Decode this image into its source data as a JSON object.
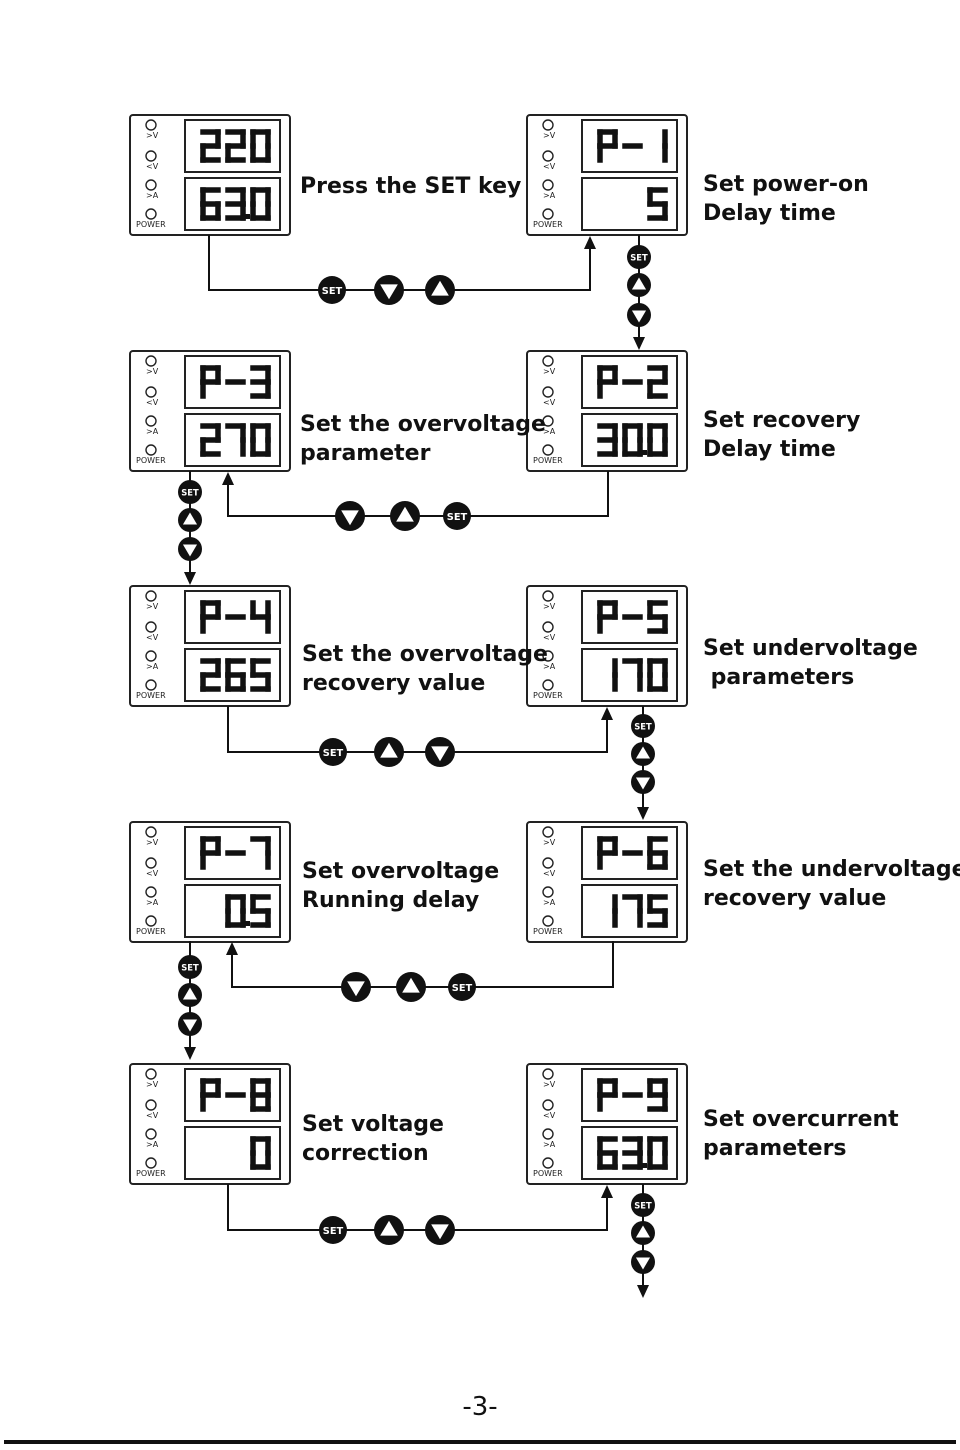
{
  "indicator_labels": [
    ">V",
    "<V",
    ">A",
    "POWER"
  ],
  "key_labels": {
    "set": "SET"
  },
  "steps": [
    {
      "id": "s0",
      "top": "220",
      "bottom": "63.0",
      "desc": [
        "Press the SET key"
      ]
    },
    {
      "id": "s1",
      "top": "P-1",
      "bottom": "5",
      "desc": [
        "Set power-on",
        "Delay time"
      ]
    },
    {
      "id": "s2",
      "top": "P-2",
      "bottom": "30.0",
      "desc": [
        "Set recovery",
        "Delay time"
      ]
    },
    {
      "id": "s3",
      "top": "P-3",
      "bottom": "270",
      "desc": [
        "Set the overvoltage",
        "parameter"
      ]
    },
    {
      "id": "s4",
      "top": "P-4",
      "bottom": "265",
      "desc": [
        "Set the overvoltage",
        "recovery value"
      ]
    },
    {
      "id": "s5",
      "top": "P-5",
      "bottom": "170",
      "desc": [
        "Set undervoltage",
        " parameters"
      ]
    },
    {
      "id": "s6",
      "top": "P-6",
      "bottom": "175",
      "desc": [
        "Set the undervoltage",
        "recovery value"
      ]
    },
    {
      "id": "s7",
      "top": "P-7",
      "bottom": "0.5",
      "desc": [
        "Set overvoltage",
        "Running delay"
      ]
    },
    {
      "id": "s8",
      "top": "P-8",
      "bottom": "0",
      "desc": [
        "Set voltage",
        "correction"
      ]
    },
    {
      "id": "s9",
      "top": "P-9",
      "bottom": "63.0",
      "desc": [
        "Set overcurrent",
        "parameters"
      ]
    }
  ],
  "connectors": [
    {
      "from": "s0",
      "to": "s1",
      "keys": [
        "set",
        "down",
        "up"
      ]
    },
    {
      "from": "s1",
      "to": "s2",
      "keys": [
        "set",
        "up",
        "down"
      ]
    },
    {
      "from": "s2",
      "to": "s3",
      "keys": [
        "down",
        "up",
        "set"
      ]
    },
    {
      "from": "s3",
      "to": "s4",
      "keys": [
        "set",
        "up",
        "down"
      ]
    },
    {
      "from": "s4",
      "to": "s5",
      "keys": [
        "set",
        "up",
        "down"
      ]
    },
    {
      "from": "s5",
      "to": "s6",
      "keys": [
        "set",
        "up",
        "down"
      ]
    },
    {
      "from": "s6",
      "to": "s7",
      "keys": [
        "down",
        "up",
        "set"
      ]
    },
    {
      "from": "s7",
      "to": "s8",
      "keys": [
        "set",
        "up",
        "down"
      ]
    },
    {
      "from": "s8",
      "to": "s9",
      "keys": [
        "set",
        "up",
        "down"
      ]
    },
    {
      "from": "s9",
      "to": "",
      "keys": [
        "set",
        "up",
        "down"
      ]
    }
  ],
  "page_number": "-3-"
}
